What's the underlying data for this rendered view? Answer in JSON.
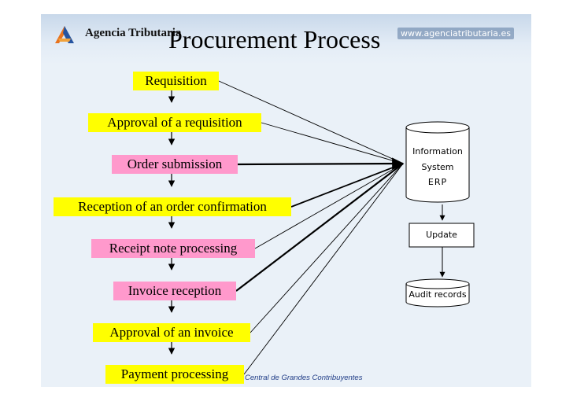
{
  "header": {
    "brand": "Agencia Tributaria",
    "title": "Procurement Process",
    "url": "www.agenciatributaria.es"
  },
  "steps": [
    {
      "label": "Requisition",
      "color": "#ffff00",
      "arrow": "thin"
    },
    {
      "label": "Approval  of a requisition",
      "color": "#ffff00",
      "arrow": "thin"
    },
    {
      "label": "Order submission",
      "color": "#ff99cc",
      "arrow": "thick"
    },
    {
      "label": "Reception of an order confirmation",
      "color": "#ffff00",
      "arrow": "thin"
    },
    {
      "label": "Receipt note processing",
      "color": "#ff99cc",
      "arrow": "thin"
    },
    {
      "label": "Invoice reception",
      "color": "#ff99cc",
      "arrow": "thick"
    },
    {
      "label": "Approval of an invoice",
      "color": "#ffff00",
      "arrow": "thin"
    },
    {
      "label": "Payment processing",
      "color": "#ffff00",
      "arrow": "thin"
    }
  ],
  "system": {
    "database_lines": [
      "Information",
      "System",
      "ERP"
    ],
    "update_label": "Update",
    "audit_label": "Audit records"
  },
  "footer": "Central de Grandes Contribuyentes",
  "colors": {
    "highlight_yellow": "#ffff00",
    "highlight_pink": "#ff99cc",
    "background": "#eaf1f8",
    "footer_text": "#1f3c86"
  },
  "icons": [
    "agencia-tributaria-logo-icon",
    "database-cylinder-icon"
  ]
}
